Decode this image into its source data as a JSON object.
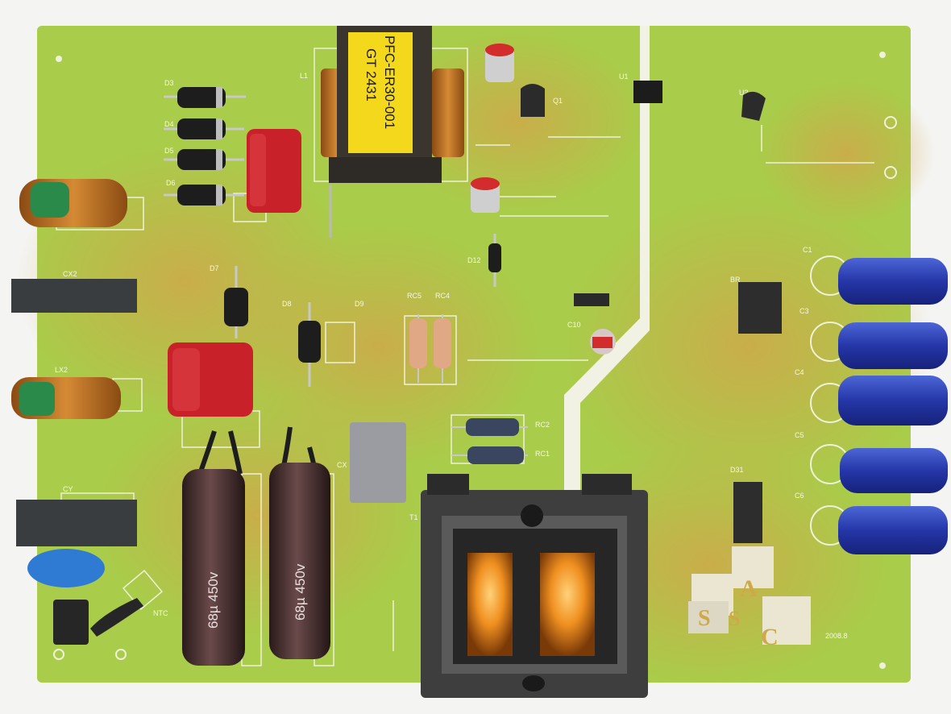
{
  "transformer_label": {
    "line1": "PFC-ER30-001",
    "line2": "GT 2431"
  },
  "logo": {
    "letters": [
      "S",
      "A",
      "S",
      "C"
    ]
  },
  "capacitor_markings": {
    "left": "68µ 450v",
    "right": "68µ 450v"
  },
  "colors": {
    "board_green": "#a9cc4a",
    "board_tan": "#cfa84a",
    "label_yellow": "#f4d81c",
    "cap_blue": "#2536a8",
    "film_red": "#c8212a",
    "ferrite_dark": "#3a3a3a",
    "core_glow": "#f09020",
    "background": "#f4f4f2"
  }
}
